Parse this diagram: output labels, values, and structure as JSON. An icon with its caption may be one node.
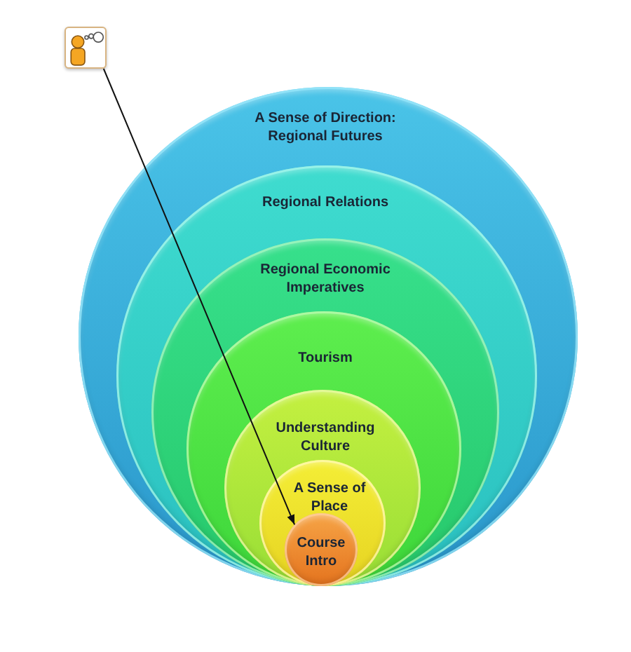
{
  "diagram": {
    "nodes": [
      {
        "text": [],
        "shape": "picture"
      },
      {
        "text": [
          "A Sense of Direction: Regional Futures"
        ]
      },
      {
        "text": [
          "Regional Relations"
        ],
        "in": 1
      },
      {
        "text": [
          "Regional Economic Imperatives"
        ],
        "in": 2
      },
      {
        "text": [
          "Tourism"
        ],
        "in": 3
      },
      {
        "text": [
          "Understanding Culture"
        ],
        "in": 4
      },
      {
        "text": [
          "A Sense of Place"
        ],
        "in": 5
      },
      {
        "text": [
          "Course Intro"
        ],
        "in": 6
      }
    ],
    "edges": [
      {
        "from": 0,
        "to": 7,
        "arrow": "to"
      }
    ]
  }
}
